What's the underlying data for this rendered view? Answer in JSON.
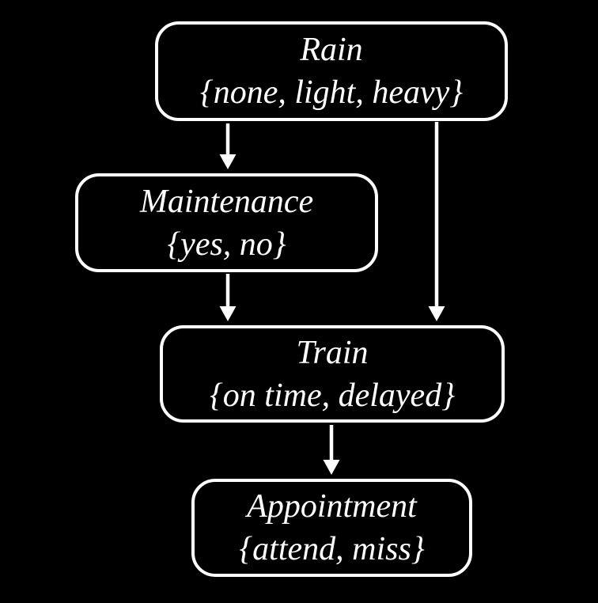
{
  "colors": {
    "background": "#000000",
    "node_border": "#ffffff",
    "node_fill": "#000000",
    "text": "#ffffff",
    "arrow": "#ffffff"
  },
  "diagram": {
    "type": "bayesian-network",
    "nodes": [
      {
        "id": "rain",
        "label": "Rain",
        "domain": "{none, light, heavy}"
      },
      {
        "id": "maintenance",
        "label": "Maintenance",
        "domain": "{yes, no}"
      },
      {
        "id": "train",
        "label": "Train",
        "domain": "{on time, delayed}"
      },
      {
        "id": "appointment",
        "label": "Appointment",
        "domain": "{attend, miss}"
      }
    ],
    "edges": [
      {
        "from": "Rain",
        "to": "Maintenance"
      },
      {
        "from": "Rain",
        "to": "Train"
      },
      {
        "from": "Maintenance",
        "to": "Train"
      },
      {
        "from": "Train",
        "to": "Appointment"
      }
    ]
  }
}
